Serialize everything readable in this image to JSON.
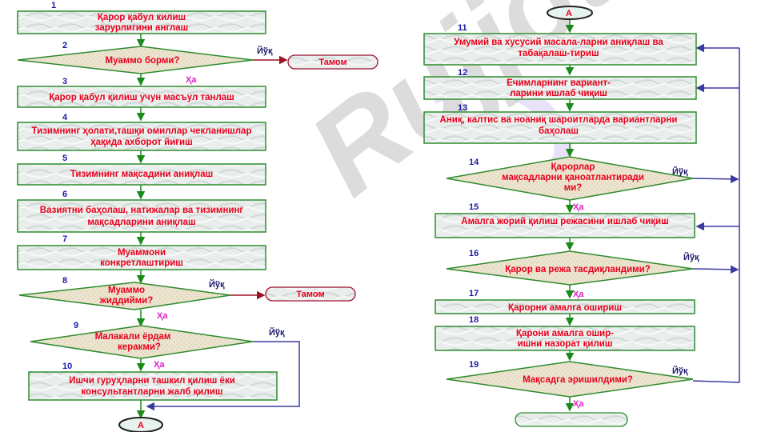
{
  "watermark": "Rujjot",
  "left_column": {
    "steps": [
      {
        "num": "1",
        "lines": [
          "Қарор қабул килиш",
          "зарурлигини англаш"
        ]
      },
      {
        "num": "2",
        "lines": [
          "Муаммо борми?"
        ],
        "no": "Йўқ",
        "no_target": "Тамом"
      },
      {
        "num": "3",
        "yes": "Ҳа",
        "lines": [
          "Қарор қабул қилиш учун масъул танлаш"
        ]
      },
      {
        "num": "4",
        "lines": [
          "Тизимнинг ҳолати,ташқи омиллар чекланишлар",
          "ҳақида ахборот йиғиш"
        ]
      },
      {
        "num": "5",
        "lines": [
          "Тизимнинг мақсадини  аниқлаш"
        ]
      },
      {
        "num": "6",
        "lines": [
          "Вазиятни баҳолаш, натижалар ва тизимнинг",
          "мақсадларини аниқлаш"
        ]
      },
      {
        "num": "7",
        "lines": [
          "Муаммони",
          "конкретлаштириш"
        ]
      },
      {
        "num": "8",
        "lines": [
          "Муаммо",
          "жиддийми?"
        ],
        "no": "Йўқ",
        "no_target": "Тамом"
      },
      {
        "num": "9",
        "yes": "Ҳа",
        "lines": [
          "Малакали ёрдам",
          "керакми?"
        ],
        "no": "Йўқ"
      },
      {
        "num": "10",
        "yes": "Ҳа",
        "lines": [
          "Ишчи гуруҳларни ташкил қилиш ёки",
          "консультантларни жалб қилиш"
        ]
      }
    ],
    "connector": "А"
  },
  "right_column": {
    "connector": "А",
    "steps": [
      {
        "num": "11",
        "lines": [
          "Умумий ва хусусий масала-ларни аниқлаш ва",
          "табақалаш-тириш"
        ]
      },
      {
        "num": "12",
        "lines": [
          "Ечимларнинг вариант-",
          "ларини ишлаб чиқиш"
        ]
      },
      {
        "num": "13",
        "lines": [
          "Аниқ, калтис ва ноаниқ шароитларда вариантларни",
          "баҳолаш"
        ]
      },
      {
        "num": "14",
        "lines": [
          "Қарорлар",
          "мақсадларни қаноатлантиради",
          "ми?"
        ],
        "no": "Йўқ"
      },
      {
        "num": "15",
        "yes": "Ҳа",
        "lines": [
          "Амалга жорий қилиш режасини ишлаб чиқиш"
        ]
      },
      {
        "num": "16",
        "lines": [
          "Қарор ва режа тасдиқландими?"
        ],
        "no": "Йўқ"
      },
      {
        "num": "17",
        "yes": "Ҳа",
        "lines": [
          "Қарорни амалга ошириш"
        ]
      },
      {
        "num": "18",
        "lines": [
          "Қарони амалга ошир-",
          "ишни назорат қилиш"
        ]
      },
      {
        "num": "19",
        "lines": [
          "Мақсадга эришилдими?"
        ],
        "no": "Йўқ",
        "yes": "Ҳа"
      }
    ]
  },
  "colors": {
    "box_text": "#e8001c",
    "number": "#1a1aa6",
    "yes": "#e020c8",
    "no": "#1a1a6a",
    "arrow": "#1a8a1a",
    "loop": "#3a3aa0",
    "box_border": "#2e8b2e"
  }
}
